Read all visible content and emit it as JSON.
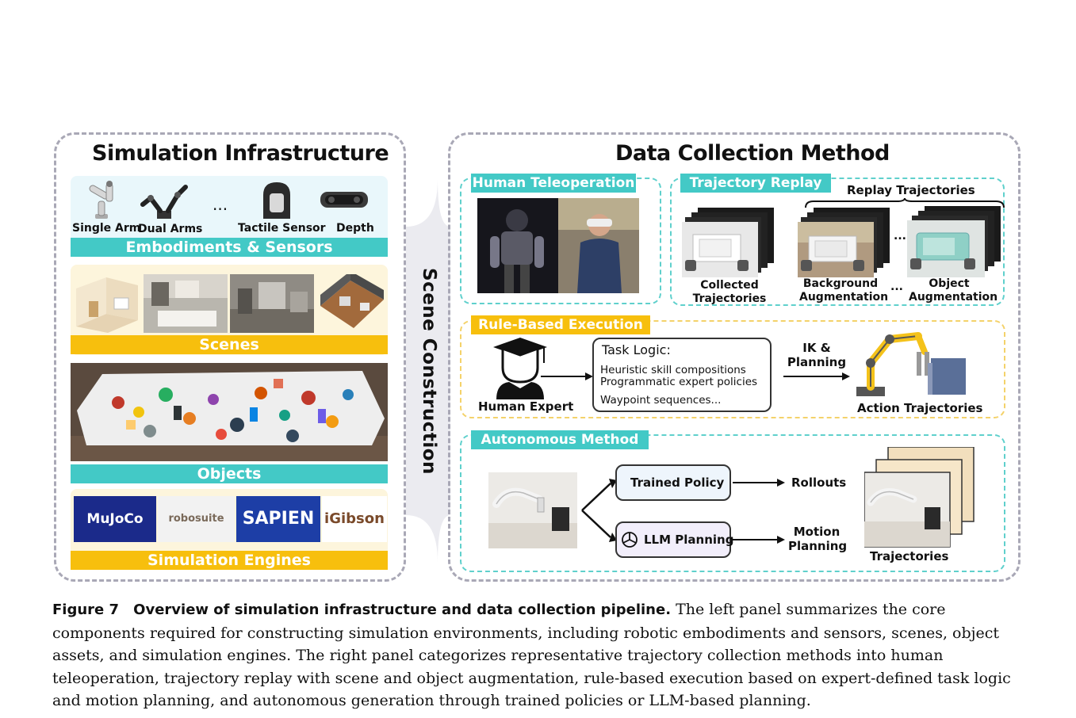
{
  "left_panel": {
    "title": "Simulation Infrastructure",
    "embodiments": {
      "items": [
        "Single Arm",
        "Dual Arms",
        "...",
        "Tactile Sensor",
        "Depth"
      ],
      "bar_label": "Embodiments & Sensors"
    },
    "scenes": {
      "bar_label": "Scenes"
    },
    "objects": {
      "bar_label": "Objects"
    },
    "engines": {
      "logos": [
        "MuJoCo",
        "robosuite",
        "SAPIEN",
        "iGibson"
      ],
      "bar_label": "Simulation Engines"
    }
  },
  "connector_label": "Scene Construction",
  "right_panel": {
    "title": "Data Collection Method",
    "teleop": {
      "tag": "Human Teleoperation"
    },
    "replay": {
      "tag": "Trajectory Replay",
      "brace_label": "Replay Trajectories",
      "items": [
        "Collected Trajectories",
        "Background Augmentation",
        "...",
        "Object Augmentation"
      ]
    },
    "rule": {
      "tag": "Rule-Based Execution",
      "expert_label": "Human Expert",
      "logic_title": "Task Logic:",
      "logic_lines": [
        "Heuristic skill compositions",
        "Programmatic expert policies",
        "Waypoint sequences..."
      ],
      "arrow_label": "IK & Planning",
      "result_label": "Action Trajectories"
    },
    "autonomous": {
      "tag": "Autonomous Method",
      "policy_label": "Trained Policy",
      "llm_label": "LLM Planning",
      "rollouts_label": "Rollouts",
      "motion_label": "Motion Planning",
      "traj_label": "Trajectories"
    }
  },
  "caption": {
    "figure_label": "Figure 7",
    "bold_title": "Overview of simulation infrastructure and data collection pipeline.",
    "text": "The left panel summarizes the core components required for constructing simulation environments, including robotic embodiments and sensors, scenes, object assets, and simulation engines. The right panel categorizes representative trajectory collection methods into human teleoperation, trajectory replay with scene and object augmentation, rule-based execution based on expert-defined task logic and motion planning, and autonomous generation through trained policies or LLM-based planning."
  },
  "colors": {
    "teal": "#43c9c6",
    "yellow": "#f7bf0d",
    "frame": "#a9a8b6"
  }
}
